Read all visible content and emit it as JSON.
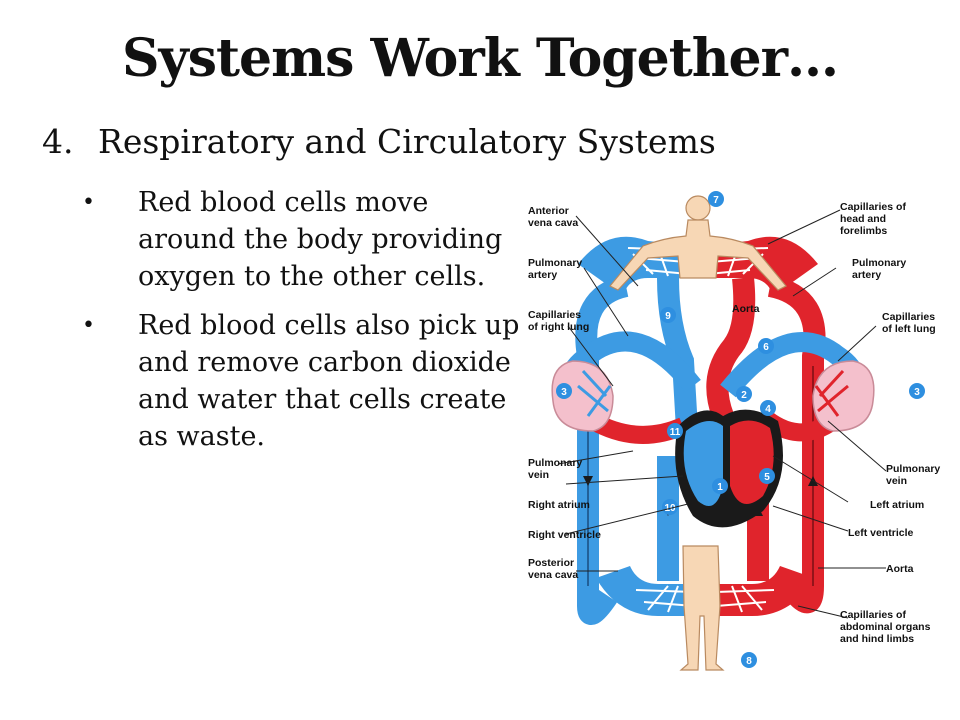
{
  "slide": {
    "title": "Systems Work Together…",
    "subtitle_number": "4.",
    "subtitle_text": "Respiratory and Circulatory Systems",
    "bullets": [
      "Red blood cells move around the body providing oxygen to the other cells.",
      "Red blood cells also pick up and remove carbon dioxide and water that cells create as waste."
    ],
    "bullet_symbol": "•"
  },
  "diagram": {
    "labels_left": {
      "anterior": [
        "Anterior",
        "vena cava"
      ],
      "pulm_artery": [
        "Pulmonary",
        "artery"
      ],
      "cap_right_lung": [
        "Capillaries",
        "of right lung"
      ],
      "pulm_vein": [
        "Pulmonary",
        "vein"
      ],
      "right_atrium": [
        "Right atrium"
      ],
      "right_ventricle": [
        "Right ventricle"
      ],
      "posterior": [
        "Posterior",
        "vena cava"
      ]
    },
    "labels_right": {
      "cap_head": [
        "Capillaries of",
        "head and",
        "forelimbs"
      ],
      "pulm_artery": [
        "Pulmonary",
        "artery"
      ],
      "cap_left_lung": [
        "Capillaries",
        "of left lung"
      ],
      "pulm_vein": [
        "Pulmonary",
        "vein"
      ],
      "left_atrium": [
        "Left atrium"
      ],
      "left_ventricle": [
        "Left ventricle"
      ],
      "aorta": [
        "Aorta"
      ],
      "cap_abdominal": [
        "Capillaries of",
        "abdominal organs",
        "and hind limbs"
      ]
    },
    "aorta_center": "Aorta",
    "numbers": [
      "7",
      "9",
      "6",
      "3",
      "3",
      "2",
      "4",
      "11",
      "5",
      "1",
      "10",
      "8"
    ],
    "colors": {
      "oxygenated": "#e0242c",
      "deoxygenated": "#3d9be3",
      "heart_dark": "#1a1a1a",
      "circle": "#2e8fe0",
      "skin": "#f7d7b5",
      "lung": "#f4c0cc"
    }
  }
}
